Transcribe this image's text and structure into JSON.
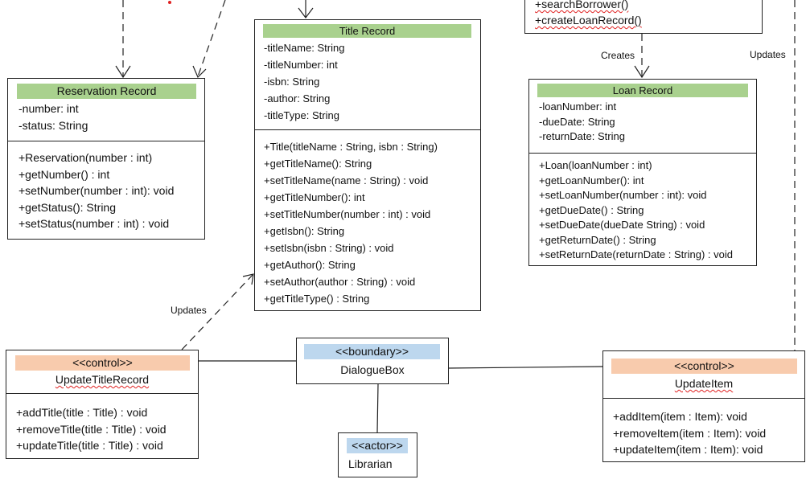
{
  "connector_labels": {
    "creates": "Creates",
    "updates_right": "Updates",
    "updates_left": "Updates"
  },
  "top_partial_class": {
    "methods": [
      "+searchBorrower()",
      "+createLoanRecord()"
    ]
  },
  "reservation_record": {
    "title": "Reservation Record",
    "attributes": [
      "-number: int",
      "-status: String"
    ],
    "methods": [
      "+Reservation(number : int)",
      "+getNumber() : int",
      "+setNumber(number : int): void",
      "+getStatus(): String",
      "+setStatus(number : int) : void"
    ]
  },
  "title_record": {
    "title": "Title Record",
    "attributes": [
      "-titleName: String",
      "-titleNumber: int",
      "-isbn: String",
      "-author: String",
      "-titleType: String"
    ],
    "methods": [
      "+Title(titleName : String, isbn : String)",
      "+getTitleName(): String",
      "+setTitleName(name : String) : void",
      "+getTitleNumber(): int",
      "+setTitleNumber(number : int) : void",
      "+getIsbn(): String",
      "+setIsbn(isbn : String) : void",
      "+getAuthor(): String",
      "+setAuthor(author : String) : void",
      "+getTitleType() : String"
    ]
  },
  "loan_record": {
    "title": "Loan Record",
    "attributes": [
      "-loanNumber: int",
      "-dueDate: String",
      "-returnDate: String"
    ],
    "methods": [
      "+Loan(loanNumber  : int)",
      "+getLoanNumber(): int",
      "+setLoanNumber(number : int): void",
      "+getDueDate() : String",
      "+setDueDate(dueDate String) : void",
      "+getReturnDate() : String",
      "+setReturnDate(returnDate : String) : void"
    ]
  },
  "update_title_record": {
    "stereotype": "<<control>>",
    "name": "UpdateTitleRecord",
    "methods": [
      "+addTitle(title : Title) : void",
      "+removeTitle(title : Title) : void",
      "+updateTitle(title : Title) : void"
    ]
  },
  "dialogue_box": {
    "stereotype": "<<boundary>>",
    "name": "DialogueBox"
  },
  "update_item": {
    "stereotype": "<<control>>",
    "name": "UpdateItem",
    "methods": [
      "+addItem(item : Item): void",
      "+removeItem(item : Item): void",
      "+updateItem(item : Item): void"
    ]
  },
  "librarian": {
    "stereotype": "<<actor>>",
    "name": "Librarian"
  },
  "colors": {
    "entity_header": "#a9d18e",
    "control_header": "#f8cbad",
    "boundary_header": "#bdd7ee",
    "spellcheck_squiggle": "#e02020"
  }
}
